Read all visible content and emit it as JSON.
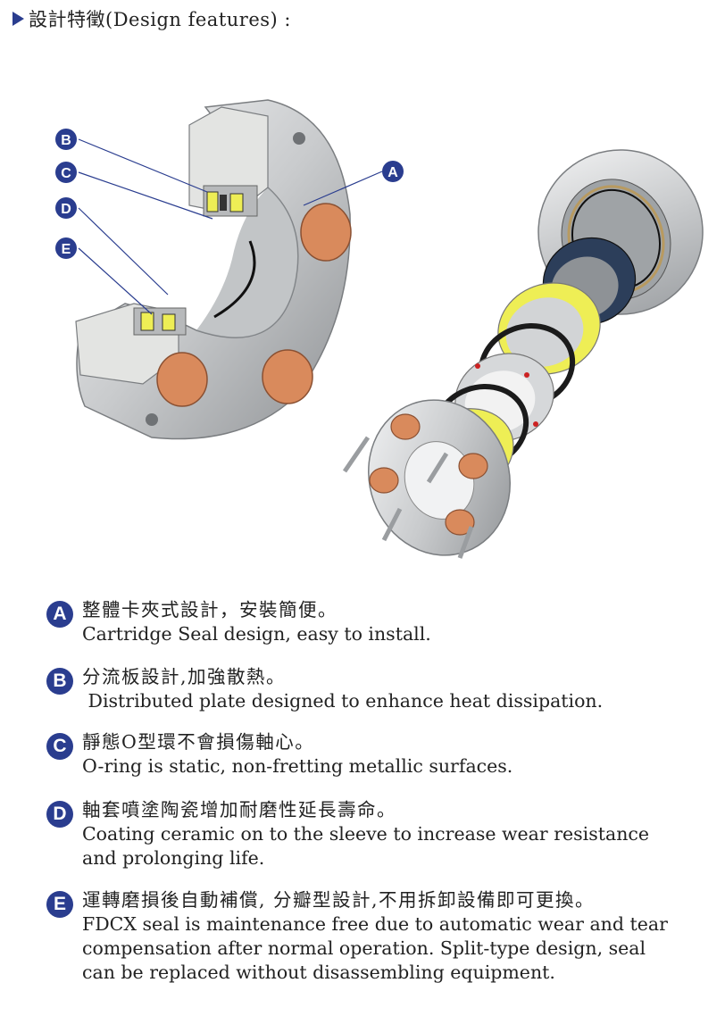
{
  "header": {
    "title": "設計特徵(Design features) :"
  },
  "callouts": [
    "A",
    "B",
    "C",
    "D",
    "E"
  ],
  "features": [
    {
      "letter": "A",
      "zh": "整體卡夾式設計，安裝簡便。",
      "en": "Cartridge Seal design, easy to install."
    },
    {
      "letter": "B",
      "zh": "分流板設計,加強散熱。",
      "en": " Distributed plate designed to enhance heat dissipation."
    },
    {
      "letter": "C",
      "zh": "靜態O型環不會損傷軸心。",
      "en": "O-ring is static, non-fretting metallic surfaces."
    },
    {
      "letter": "D",
      "zh": "軸套噴塗陶瓷增加耐磨性延長壽命。",
      "en": "Coating ceramic on to the sleeve to increase wear resistance\nand prolonging life."
    },
    {
      "letter": "E",
      "zh": "運轉磨損後自動補償, 分瓣型設計,不用拆卸設備即可更換。",
      "en": "FDCX seal is maintenance free due to automatic wear and tear\ncompensation after normal operation.  Split-type design, seal\ncan be replaced without disassembling equipment."
    }
  ],
  "colors": {
    "accent": "#2a3d8f",
    "copper": "#d98a5c",
    "yellow": "#eeee55",
    "steel": "#c8cacc"
  }
}
